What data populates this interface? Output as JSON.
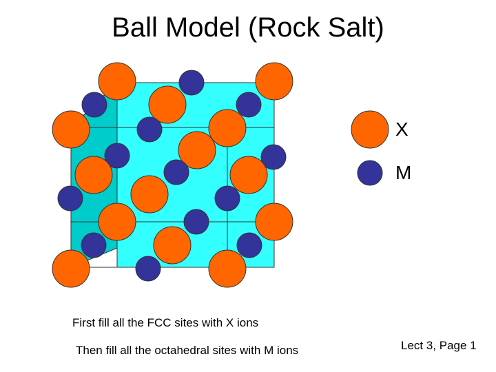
{
  "title": "Ball Model (Rock Salt)",
  "colors": {
    "x_ion": "#ff6600",
    "m_ion": "#333399",
    "cube_front": "#33ffff",
    "cube_side": "#00cccc",
    "outline": "#333333"
  },
  "legend": [
    {
      "label": "X",
      "color": "#ff6600",
      "kind": "x"
    },
    {
      "label": "M",
      "color": "#333399",
      "kind": "m"
    }
  ],
  "notes": [
    "First fill all the FCC sites with X ions",
    "Then fill all the octahedral sites with M ions"
  ],
  "footer": "Lect 3,  Page 1"
}
